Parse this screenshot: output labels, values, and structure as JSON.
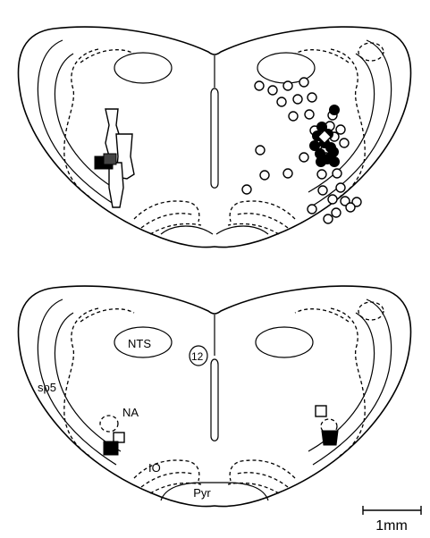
{
  "labels": {
    "nts": "NTS",
    "twelve": "12",
    "sp5": "sp5",
    "na": "NA",
    "io": "IO",
    "pyr": "Pyr"
  },
  "scale_bar": {
    "label": "1mm"
  }
}
